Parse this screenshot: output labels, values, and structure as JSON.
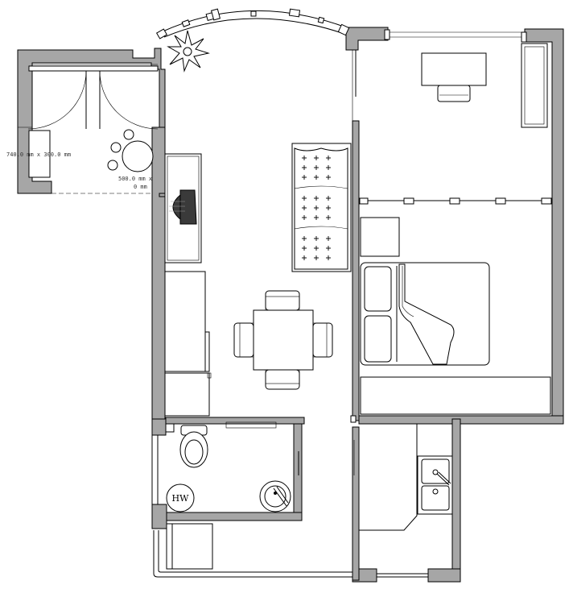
{
  "balcony": {
    "dimension_label": "740.0 mm x 300.0 mm",
    "table_label_1": "500.0 mm x",
    "table_label_2": "0 mm"
  },
  "utility": {
    "water_heater_label": "HW"
  }
}
